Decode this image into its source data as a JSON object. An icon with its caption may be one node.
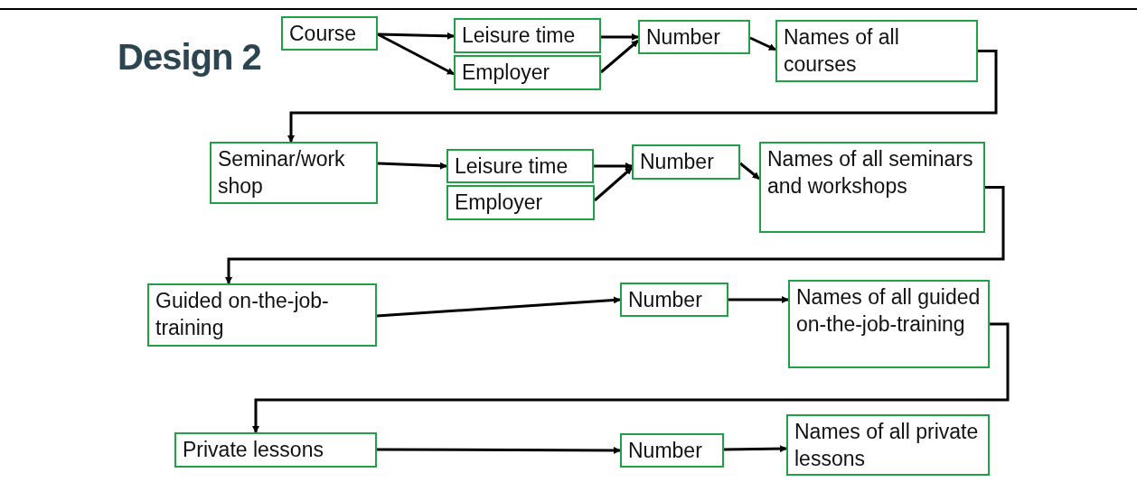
{
  "diagram": {
    "title": "Design 2",
    "nodes": [
      {
        "text": [
          "Course"
        ]
      },
      {
        "text": [
          "Leisure time"
        ]
      },
      {
        "text": [
          "Employer"
        ]
      },
      {
        "text": [
          "Number"
        ]
      },
      {
        "text": [
          "Names of all courses"
        ]
      },
      {
        "text": [
          "Seminar/work shop"
        ]
      },
      {
        "text": [
          "Leisure time"
        ]
      },
      {
        "text": [
          "Employer"
        ]
      },
      {
        "text": [
          "Number"
        ]
      },
      {
        "text": [
          "Names of all seminars and workshops"
        ]
      },
      {
        "text": [
          "Guided on-the-job-training"
        ]
      },
      {
        "text": [
          "Number"
        ]
      },
      {
        "text": [
          "Names of all guided on-the-job-training"
        ]
      },
      {
        "text": [
          "Private lessons"
        ]
      },
      {
        "text": [
          "Number"
        ]
      },
      {
        "text": [
          "Names of all private lessons"
        ]
      }
    ],
    "edges": [
      {
        "from": 0,
        "to": 1,
        "arrow": "to"
      },
      {
        "from": 0,
        "to": 2,
        "arrow": "to"
      },
      {
        "from": 1,
        "to": 3,
        "arrow": "to"
      },
      {
        "from": 2,
        "to": 3,
        "arrow": "to"
      },
      {
        "from": 3,
        "to": 4,
        "arrow": "to"
      },
      {
        "from": 4,
        "to": 5,
        "arrow": "to"
      },
      {
        "from": 5,
        "to": 6,
        "arrow": "to"
      },
      {
        "from": 6,
        "to": 8,
        "arrow": "to"
      },
      {
        "from": 7,
        "to": 8,
        "arrow": "to"
      },
      {
        "from": 8,
        "to": 9,
        "arrow": "to"
      },
      {
        "from": 9,
        "to": 10,
        "arrow": "to"
      },
      {
        "from": 10,
        "to": 11,
        "arrow": "to"
      },
      {
        "from": 11,
        "to": 12,
        "arrow": "to"
      },
      {
        "from": 12,
        "to": 13,
        "arrow": "to"
      },
      {
        "from": 13,
        "to": 14,
        "arrow": "to"
      },
      {
        "from": 14,
        "to": 15,
        "arrow": "to"
      }
    ]
  }
}
